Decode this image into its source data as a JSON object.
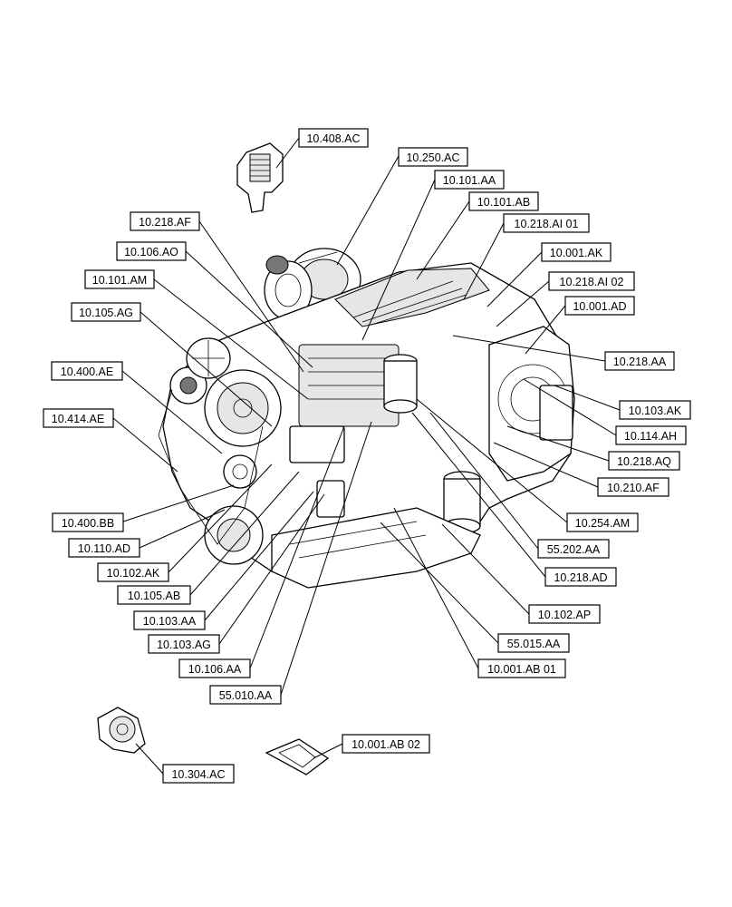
{
  "labels": {
    "l10_408_AC": "10.408.AC",
    "l10_250_AC": "10.250.AC",
    "l10_101_AA": "10.101.AA",
    "l10_101_AB": "10.101.AB",
    "l10_218_AF": "10.218.AF",
    "l10_218_AI01": "10.218.AI 01",
    "l10_106_AO": "10.106.AO",
    "l10_001_AK": "10.001.AK",
    "l10_101_AM": "10.101.AM",
    "l10_218_AI02": "10.218.AI 02",
    "l10_001_AD": "10.001.AD",
    "l10_105_AG": "10.105.AG",
    "l10_218_AA": "10.218.AA",
    "l10_400_AE": "10.400.AE",
    "l10_103_AK": "10.103.AK",
    "l10_414_AE": "10.414.AE",
    "l10_114_AH": "10.114.AH",
    "l10_218_AQ": "10.218.AQ",
    "l10_210_AF": "10.210.AF",
    "l10_400_BB": "10.400.BB",
    "l10_254_AM": "10.254.AM",
    "l10_110_AD": "10.110.AD",
    "l55_202_AA": "55.202.AA",
    "l10_102_AK": "10.102.AK",
    "l10_218_AD": "10.218.AD",
    "l10_105_AB": "10.105.AB",
    "l10_102_AP": "10.102.AP",
    "l10_103_AA": "10.103.AA",
    "l10_103_AG": "10.103.AG",
    "l55_015_AA": "55.015.AA",
    "l10_106_AA": "10.106.AA",
    "l10_001_AB01": "10.001.AB 01",
    "l55_010_AA": "55.010.AA",
    "l10_001_AB02": "10.001.AB 02",
    "l10_304_AC": "10.304.AC"
  }
}
